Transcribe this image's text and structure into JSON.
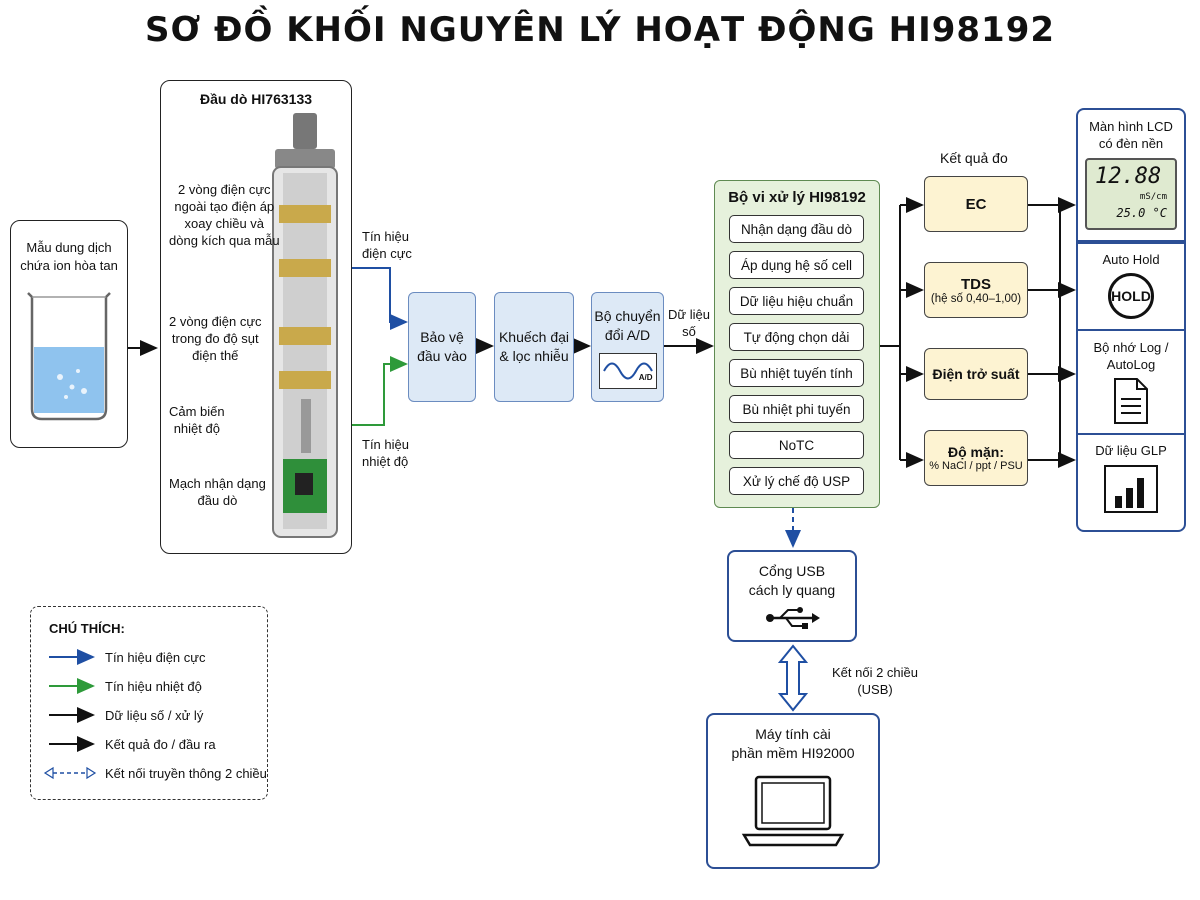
{
  "title": "SƠ ĐỒ KHỐI NGUYÊN LÝ HOẠT ĐỘNG HI98192",
  "sample": {
    "label_line1": "Mẫu dung dịch",
    "label_line2": "chứa ion hòa tan"
  },
  "probe": {
    "title": "Đầu dò HI763133",
    "outer_rings": [
      "2 vòng điện cực",
      "ngoài tạo điện áp",
      "xoay chiều và",
      "dòng kích qua mẫu"
    ],
    "inner_rings": [
      "2 vòng điện cực",
      "trong đo độ sụt",
      "điện thế"
    ],
    "temp_sensor": [
      "Cảm biến",
      "nhiệt độ"
    ],
    "id_circuit": [
      "Mạch nhận dạng",
      "đầu dò"
    ]
  },
  "signals": {
    "electrode": [
      "Tín hiệu",
      "điện cực"
    ],
    "temperature": [
      "Tín hiệu",
      "nhiệt độ"
    ],
    "digital": [
      "Dữ liệu",
      "số"
    ]
  },
  "chain": {
    "input_protect": [
      "Bảo vệ",
      "đầu vào"
    ],
    "amp_filter": [
      "Khuếch đại",
      "& lọc nhiễu"
    ],
    "adc": [
      "Bộ chuyển",
      "đổi A/D"
    ],
    "adc_icon_text": "A/D"
  },
  "processor": {
    "title": "Bộ vi xử lý HI98192",
    "items": [
      "Nhận dạng đầu dò",
      "Áp dụng hệ số cell",
      "Dữ liệu hiệu chuẩn",
      "Tự động chọn dải",
      "Bù nhiệt tuyến tính",
      "Bù nhiệt phi tuyến",
      "NoTC",
      "Xử lý chế độ USP"
    ]
  },
  "results": {
    "header": "Kết quả đo",
    "ec": "EC",
    "tds": "TDS",
    "tds_sub": "(hệ số 0,40–1,00)",
    "resistivity": "Điện trở suất",
    "salinity": "Độ mặn:",
    "salinity_sub": "% NaCl / ppt / PSU"
  },
  "outputs": {
    "lcd_title": [
      "Màn hình LCD",
      "có đèn nền"
    ],
    "lcd_value": "12.88",
    "lcd_unit": "mS/cm",
    "lcd_temp": "25.0 °C",
    "hold_title": "Auto Hold",
    "hold_badge": "HOLD",
    "log_title": [
      "Bộ nhớ Log /",
      "AutoLog"
    ],
    "glp_title": "Dữ liệu GLP"
  },
  "usb": {
    "port": [
      "Cổng USB",
      "cách ly quang"
    ],
    "link": [
      "Kết nối 2 chiều",
      "(USB)"
    ],
    "pc": [
      "Máy tính cài",
      "phần mềm HI92000"
    ]
  },
  "legend": {
    "title": "CHÚ THÍCH:",
    "items": [
      "Tín hiệu điện cực",
      "Tín hiệu nhiệt độ",
      "Dữ liệu số / xử lý",
      "Kết quả đo / đầu ra",
      "Kết nối truyền thông 2 chiều"
    ]
  },
  "colors": {
    "electrode": "#1f4fa3",
    "temperature": "#2e9a3a",
    "navy": "#2c4f95",
    "process_fill": "#e6f1dc",
    "result_fill": "#fdf3d2",
    "chain_fill": "#dde9f6"
  }
}
